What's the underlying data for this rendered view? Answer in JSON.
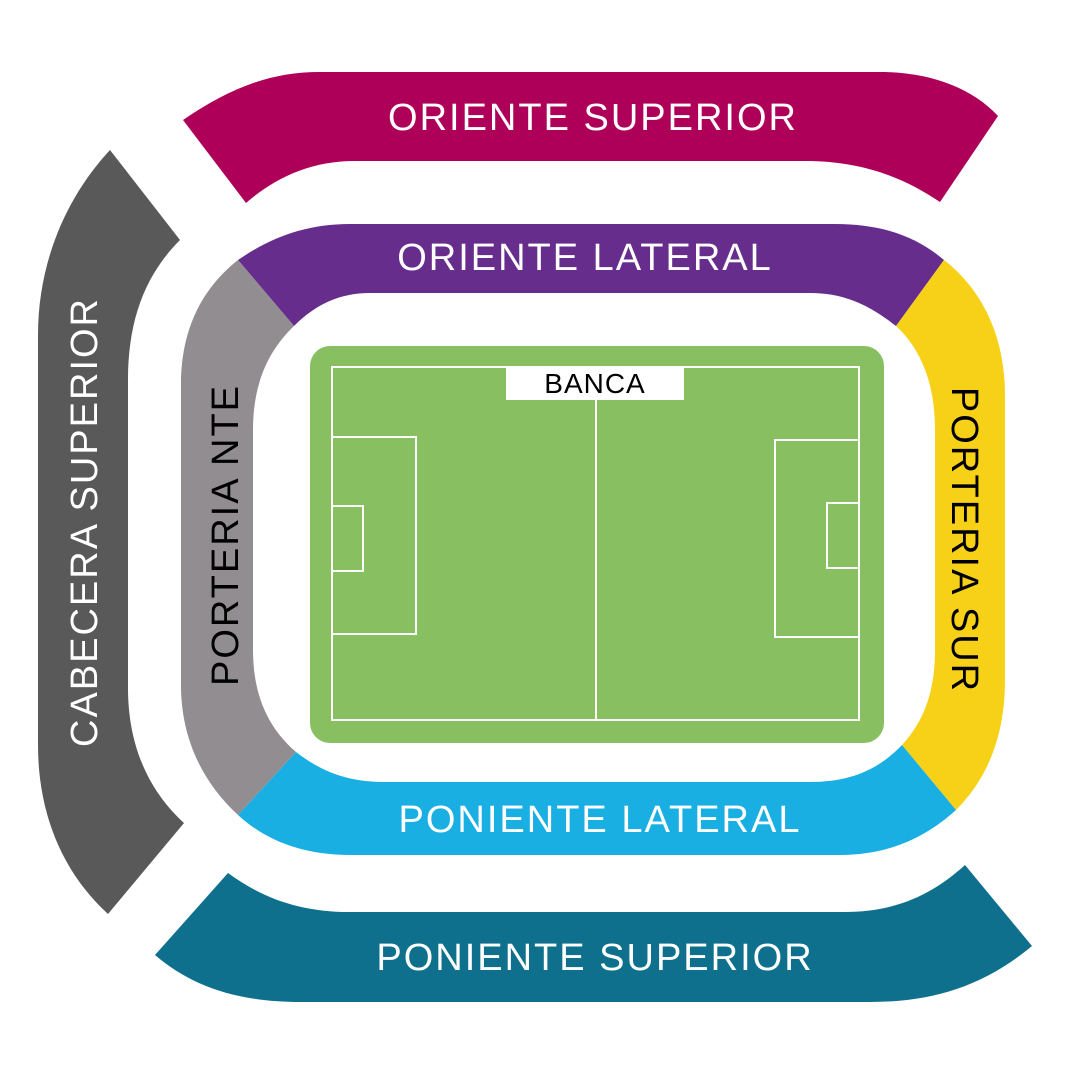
{
  "sections": {
    "oriente_superior": {
      "label": "ORIENTE SUPERIOR",
      "color": "#AE0059",
      "text_color": "#FFFFFF"
    },
    "oriente_lateral": {
      "label": "ORIENTE LATERAL",
      "color": "#662D8C",
      "text_color": "#FFFFFF"
    },
    "cabecera_superior": {
      "label": "CABECERA SUPERIOR",
      "color": "#595959",
      "text_color": "#FFFFFF"
    },
    "porteria_nte": {
      "label": "PORTERIA NTE",
      "color": "#928D90",
      "text_color": "#000000"
    },
    "porteria_sur": {
      "label": "PORTERIA SUR",
      "color": "#F7D117",
      "text_color": "#000000"
    },
    "poniente_lateral": {
      "label": "PONIENTE LATERAL",
      "color": "#1AAFE3",
      "text_color": "#FFFFFF"
    },
    "poniente_superior": {
      "label": "PONIENTE SUPERIOR",
      "color": "#0F708D",
      "text_color": "#FFFFFF"
    }
  },
  "field": {
    "color": "#88C061",
    "line_color": "#FFFFFF",
    "banca_label": "BANCA"
  }
}
